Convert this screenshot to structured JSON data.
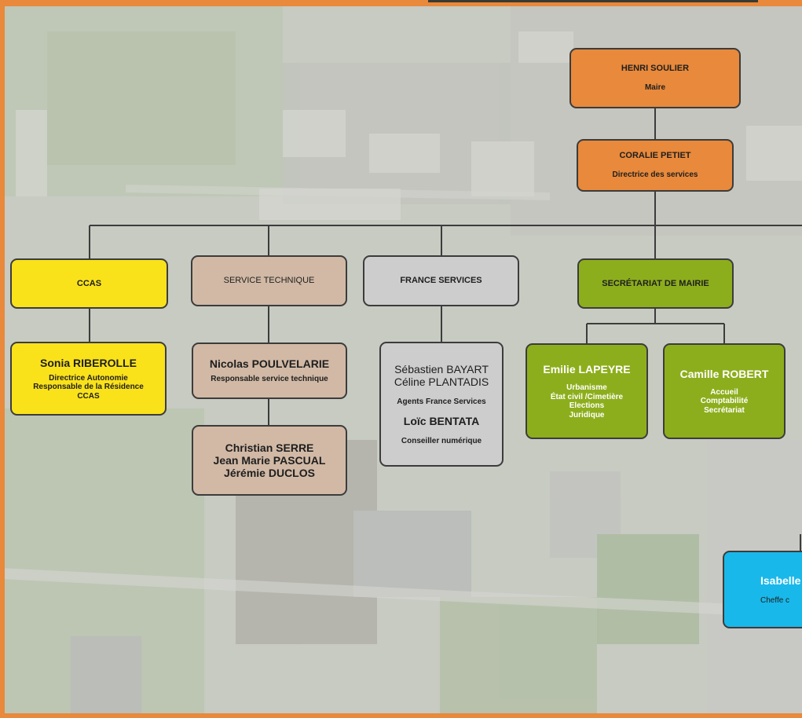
{
  "colors": {
    "orange": "#e8893b",
    "yellow": "#fae21b",
    "beige": "#d1b9a5",
    "grey": "#cdcdcd",
    "green": "#8dae1c",
    "blue": "#19b8ea",
    "line": "#3c3c3c"
  },
  "maire": {
    "name": "HENRI SOULIER",
    "role": "Maire"
  },
  "directrice": {
    "name": "CORALIE PETIET",
    "role": "Directrice des services"
  },
  "ccas": {
    "title": "CCAS",
    "person": "Sonia RIBEROLLE",
    "role": "Directrice Autonomie\nResponsable de la Résidence\nCCAS"
  },
  "technique": {
    "title": "SERVICE TECHNIQUE",
    "person": "Nicolas POULVELARIE",
    "role": "Responsable service technique",
    "team": "Christian SERRE\nJean Marie PASCUAL\nJérémie DUCLOS"
  },
  "france": {
    "title": "FRANCE SERVICES",
    "agents": "Sébastien BAYART\nCéline PLANTADIS",
    "agents_role": "Agents France Services",
    "conseiller": "Loïc BENTATA",
    "conseiller_role": "Conseiller numérique"
  },
  "secretariat": {
    "title": "SECRÉTARIAT DE MAIRIE",
    "person1": "Emilie LAPEYRE",
    "role1": "Urbanisme\nÉtat civil /Cimetière\nElections\nJuridique",
    "person2": "Camille ROBERT",
    "role2": "Accueil\nComptabilité\nSecrétariat"
  },
  "isabelle": {
    "name": "Isabelle",
    "role": "Cheffe c"
  }
}
